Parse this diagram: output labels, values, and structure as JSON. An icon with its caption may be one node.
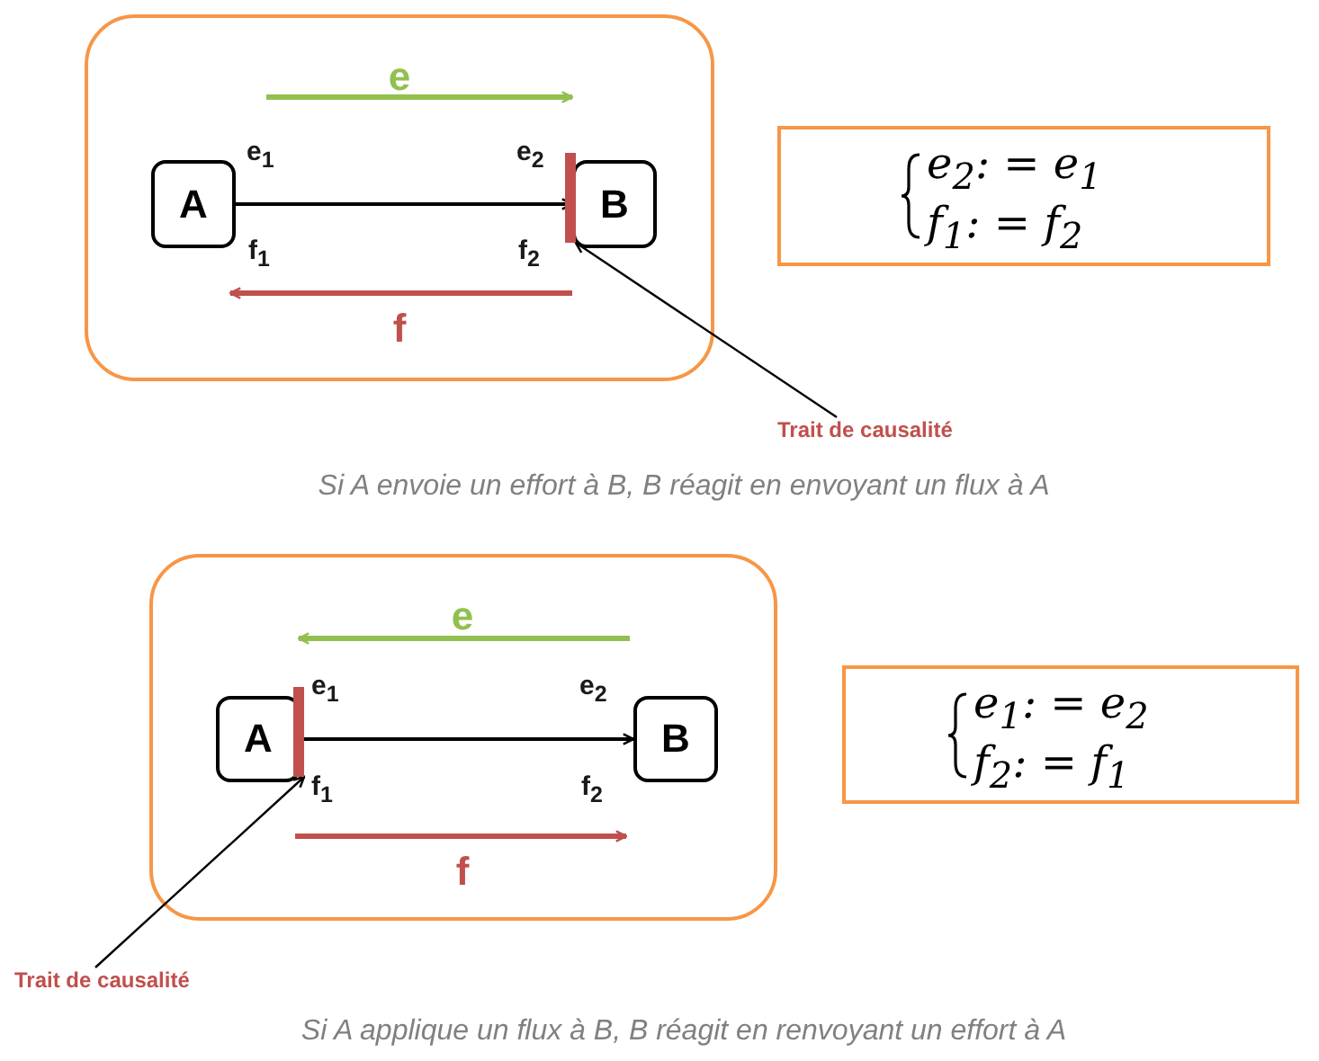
{
  "diagram": {
    "nodes": [
      {
        "text": [],
        "shape": "box"
      },
      {
        "text": [
          "A"
        ],
        "in": 0
      },
      {
        "text": [],
        "shape": "bar",
        "in": 0
      },
      {
        "text": [
          "B"
        ],
        "in": 0
      },
      {
        "text": [
          "e$_{2}$: = e$_{1}$",
          "f$_{1}$: = f$_{2}$"
        ]
      },
      {
        "text": [
          "Trait de causalité"
        ]
      },
      {
        "text": [],
        "shape": "box"
      },
      {
        "text": [
          "A"
        ],
        "in": 6
      },
      {
        "text": [],
        "shape": "bar",
        "in": 6
      },
      {
        "text": [
          "B"
        ],
        "in": 6
      },
      {
        "text": [
          "e$_{1}$: = e$_{2}$",
          "f$_{2}$: = f$_{1}$"
        ]
      },
      {
        "text": [
          "Trait de causalité"
        ]
      }
    ],
    "edges": [
      {
        "from": 1,
        "to": 3,
        "arrow": "to"
      },
      {
        "from": 5,
        "to": 2,
        "arrow": "to"
      },
      {
        "from": 7,
        "to": 9,
        "arrow": "to"
      },
      {
        "from": 11,
        "to": 8,
        "arrow": "to"
      }
    ],
    "labels": [
      "e",
      "e$_{1}$",
      "e$_{2}$",
      "f$_{1}$",
      "f$_{2}$",
      "f",
      "Si A envoie un effort à B, B réagit en envoyant un flux à A",
      "e",
      "e$_{1}$",
      "e$_{2}$",
      "f$_{1}$",
      "f$_{2}$",
      "f",
      "Si A applique un flux à B, B réagit en renvoyant un effort à A"
    ]
  }
}
